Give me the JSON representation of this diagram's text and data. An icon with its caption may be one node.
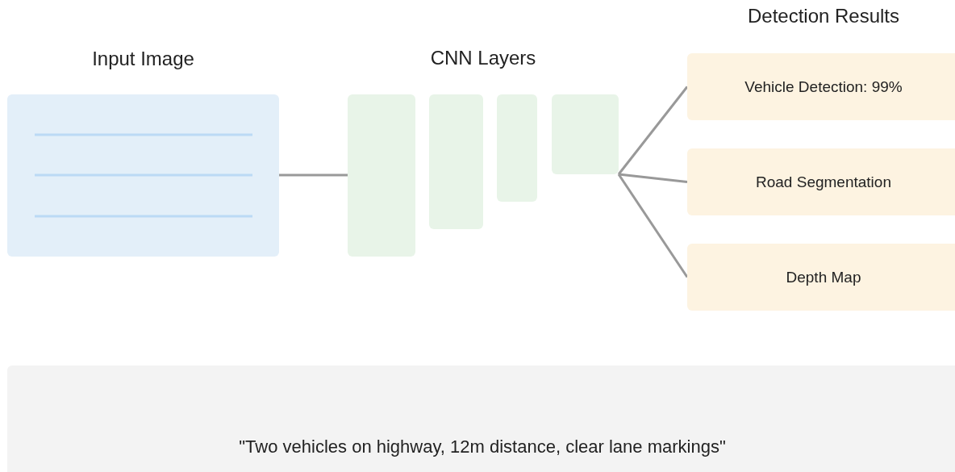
{
  "diagram": {
    "nodes": [
      {
        "text": [
          "Input Image"
        ]
      },
      {
        "text": [],
        "shape": "box"
      },
      {
        "text": [],
        "shape": "box"
      },
      {
        "text": [],
        "shape": "box"
      },
      {
        "text": [],
        "shape": "box"
      },
      {
        "text": [
          "Vehicle Detection: 99%"
        ]
      },
      {
        "text": [
          "Road Segmentation"
        ]
      },
      {
        "text": [
          "Depth Map"
        ]
      },
      {
        "text": [
          "\"Two vehicles on highway, 12m distance, clear lane markings\""
        ]
      }
    ],
    "edges": [
      {
        "from": 0,
        "to": 1,
        "arrow": "none"
      },
      {
        "from": 4,
        "to": 5,
        "arrow": "none"
      },
      {
        "from": 4,
        "to": 6,
        "arrow": "none"
      },
      {
        "from": 4,
        "to": 7,
        "arrow": "none"
      }
    ],
    "labels": [
      "CNN Layers",
      "Detection Results"
    ]
  }
}
